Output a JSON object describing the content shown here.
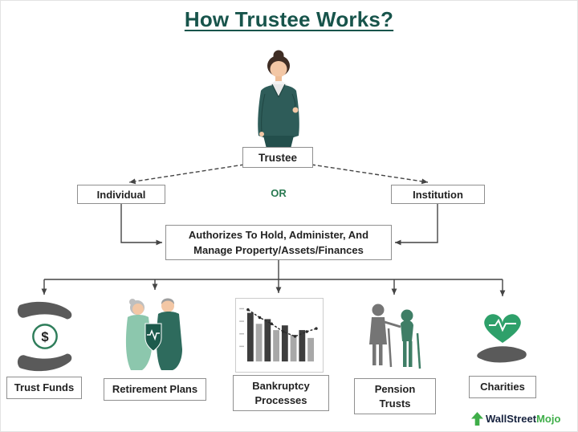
{
  "title": "How Trustee Works?",
  "nodes": {
    "trustee": "Trustee",
    "individual": "Individual",
    "or": "OR",
    "institution": "Institution",
    "authorizes_line1": "Authorizes To Hold, Administer, And",
    "authorizes_line2": "Manage Property/Assets/Finances"
  },
  "leaves": [
    {
      "label": "Trust Funds",
      "icon": "giving-hands-dollar-icon"
    },
    {
      "label": "Retirement Plans",
      "icon": "retired-couple-icon"
    },
    {
      "label": "Bankruptcy Processes",
      "icon": "declining-bar-chart-icon"
    },
    {
      "label": "Pension Trusts",
      "icon": "elderly-couple-canes-icon"
    },
    {
      "label": "Charities",
      "icon": "hand-heart-pulse-icon"
    }
  ],
  "icons": {
    "dollar": "$"
  },
  "branding": {
    "primary": "WallStreet",
    "secondary": "Mojo"
  },
  "colors": {
    "title": "#17544b",
    "or_text": "#2a7a52",
    "line": "#444444",
    "box_border": "#8f8f8f",
    "brand_green": "#3fae49",
    "suit_teal": "#2e5c59",
    "icon_gray": "#5a5a5a",
    "icon_green": "#2e6b5d"
  }
}
